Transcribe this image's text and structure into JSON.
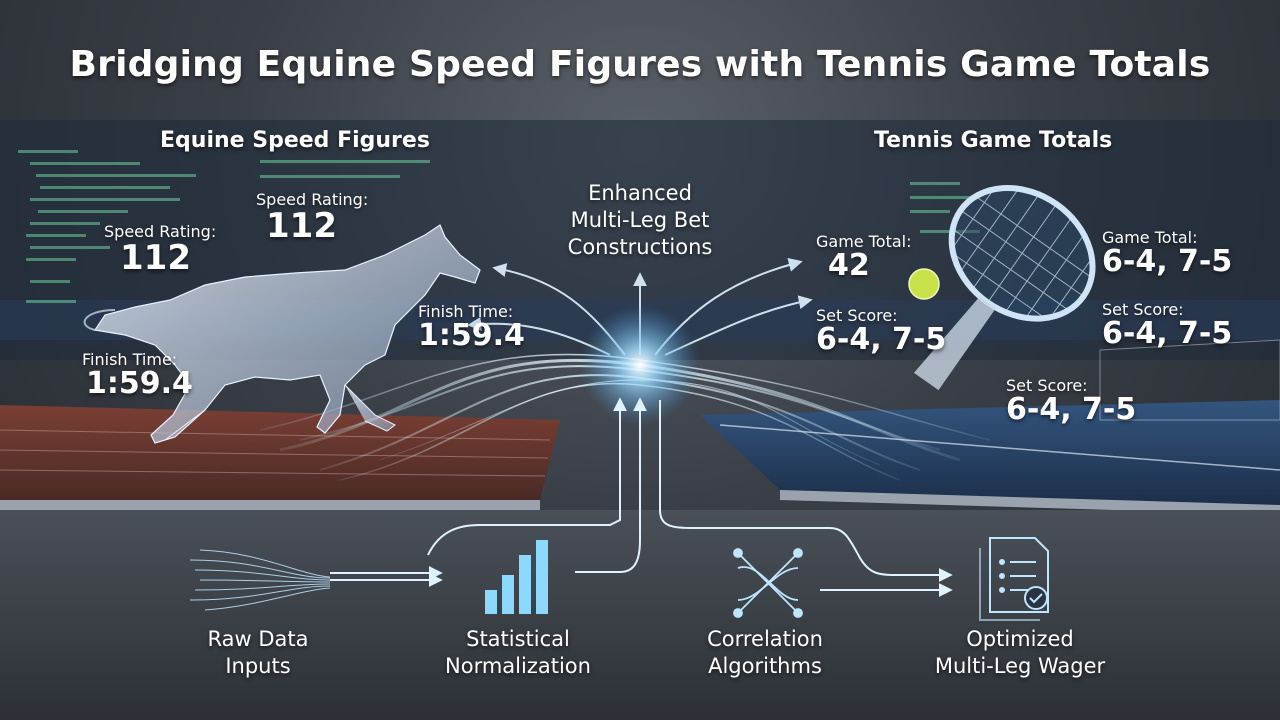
{
  "title": "Bridging Equine Speed Figures with Tennis Game Totals",
  "left_section": {
    "heading": "Equine Speed Figures",
    "labels": [
      {
        "key": "speed_rating_a",
        "label": "Speed Rating:",
        "value": "112"
      },
      {
        "key": "speed_rating_b",
        "label": "Speed Rating:",
        "value": "112"
      },
      {
        "key": "finish_time_a",
        "label": "Finish Time:",
        "value": "1:59.4"
      },
      {
        "key": "finish_time_b",
        "label": "Finish Time:",
        "value": "1:59.4"
      }
    ]
  },
  "center": {
    "line1": "Enhanced",
    "line2": "Multi-Leg Bet",
    "line3": "Constructions"
  },
  "right_section": {
    "heading": "Tennis Game Totals",
    "labels": [
      {
        "key": "game_total_a",
        "label": "Game Total:",
        "value": "42"
      },
      {
        "key": "game_total_b",
        "label": "Game Total:",
        "value": "6-4, 7-5"
      },
      {
        "key": "set_score_a",
        "label": "Set Score:",
        "value": "6-4, 7-5"
      },
      {
        "key": "set_score_b",
        "label": "Set Score:",
        "value": "6-4, 7-5"
      },
      {
        "key": "set_score_c",
        "label": "Set Score:",
        "value": "6-4, 7-5"
      }
    ]
  },
  "pipeline": {
    "stages": [
      {
        "line1": "Raw Data",
        "line2": "Inputs",
        "icon": "data-streams-icon"
      },
      {
        "line1": "Statistical",
        "line2": "Normalization",
        "icon": "bar-chart-icon"
      },
      {
        "line1": "Correlation",
        "line2": "Algorithms",
        "icon": "network-nodes-icon"
      },
      {
        "line1": "Optimized",
        "line2": "Multi-Leg Wager",
        "icon": "checklist-document-icon"
      }
    ]
  },
  "colors": {
    "glow": "#bfe6ff",
    "accent": "#7fd0ff",
    "track": "#8a4a3c",
    "court": "#2d4f7a",
    "tennis_ball": "#c8e24a"
  },
  "icons": [
    "horse-icon",
    "tennis-racket-icon",
    "tennis-ball-icon"
  ]
}
